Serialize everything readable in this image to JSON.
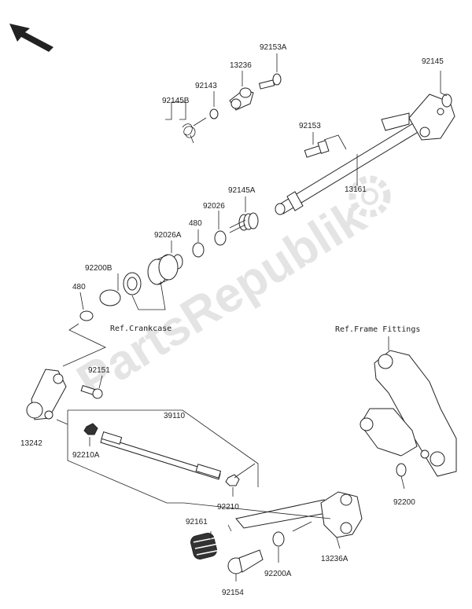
{
  "watermark": "PartsRepublik",
  "refs": {
    "crankcase": "Ref.Crankcase",
    "frame": "Ref.Frame Fittings"
  },
  "labels": {
    "p92153A": "92153A",
    "p13236": "13236",
    "p92143": "92143",
    "p92145B": "92145B",
    "p92145": "92145",
    "p92153": "92153",
    "p13161": "13161",
    "p92145A": "92145A",
    "p92026": "92026",
    "p480a": "480",
    "p92026A": "92026A",
    "p92200B": "92200B",
    "p480b": "480",
    "p92151": "92151",
    "p39110": "39110",
    "p13242": "13242",
    "p92210A": "92210A",
    "p92210": "92210",
    "p92200": "92200",
    "p92161": "92161",
    "p13236A": "13236A",
    "p92200A": "92200A",
    "p92154": "92154"
  },
  "icons": {
    "direction": "arrow-up-left-icon",
    "gear": "gear-icon"
  }
}
